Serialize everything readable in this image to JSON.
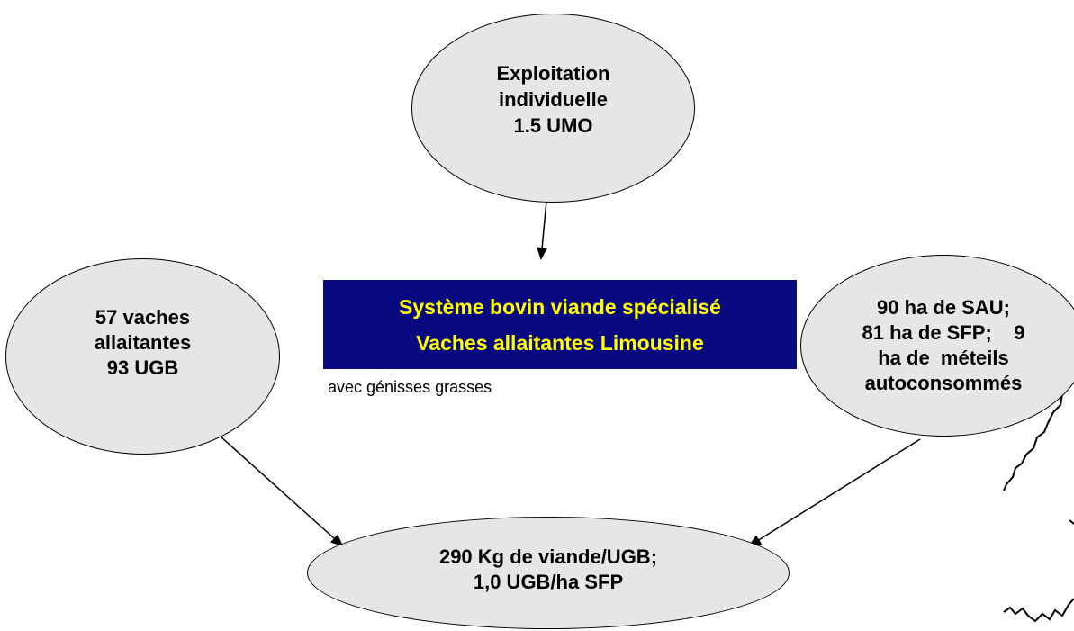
{
  "diagram": {
    "top_node": {
      "lines": [
        "Exploitation",
        "individuelle",
        "1.5 UMO"
      ]
    },
    "left_node": {
      "lines": [
        "57 vaches",
        "allaitantes",
        "93 UGB"
      ]
    },
    "right_node": {
      "lines": [
        "90 ha de SAU;",
        "81 ha de SFP;    9",
        "ha de  méteils",
        "autoconsommés"
      ]
    },
    "bottom_node": {
      "lines": [
        "290 Kg de viande/UGB;",
        "1,0 UGB/ha SFP"
      ]
    },
    "center_box": {
      "line1": "Système bovin viande spécialisé",
      "line2": "Vaches allaitantes Limousine"
    },
    "note": "avec génisses grasses",
    "colors": {
      "ellipse_fill": "#e6e6e6",
      "box_fill": "#0a0a80",
      "box_text": "#ffff00"
    }
  }
}
